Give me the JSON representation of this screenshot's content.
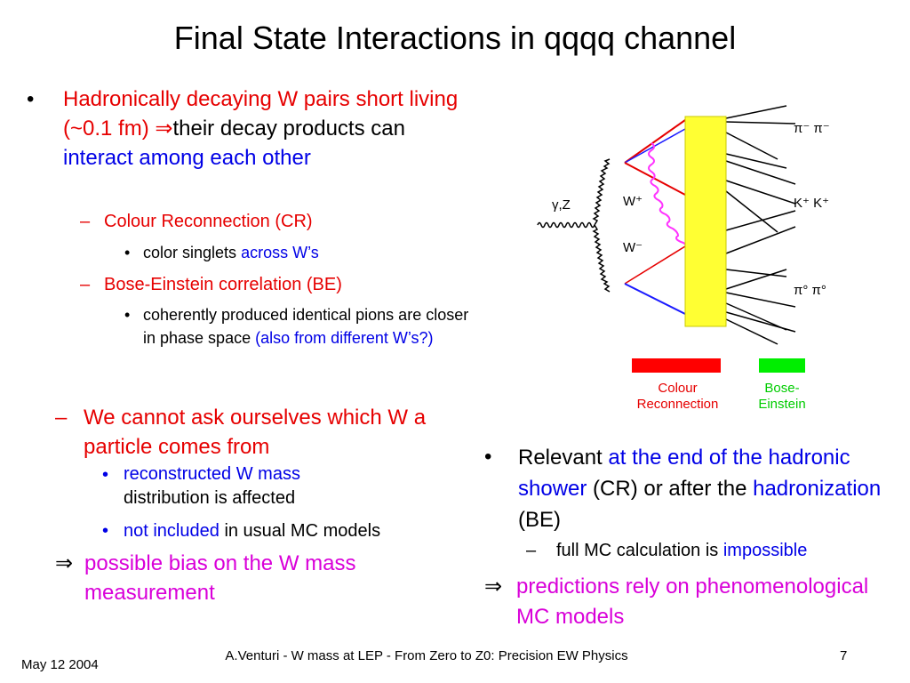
{
  "title": "Final State Interactions in qqqq channel",
  "left": {
    "b1": {
      "bullet": "•",
      "red": "Hadronically decaying W pairs short living (~0.1 fm)",
      "arrow": "⇒",
      "black": "their decay products can",
      "blue": "interact among each other"
    },
    "cr": {
      "dash": "–",
      "text": "Colour Reconnection (CR)"
    },
    "cr_sub": {
      "bullet": "•",
      "black": "color singlets",
      "blue": "across W’s"
    },
    "be": {
      "dash": "–",
      "text": "Bose-Einstein correlation (BE)"
    },
    "be_sub": {
      "bullet": "•",
      "black": "coherently produced identical pions are closer in phase space",
      "blue": "(also from different W’s?)"
    },
    "ask": {
      "dash": "–",
      "text": "We cannot ask ourselves which W a particle comes from"
    },
    "ask_sub1": {
      "bullet": "•",
      "blue": "reconstructed W mass",
      "black": "distribution is affected"
    },
    "ask_sub2": {
      "bullet": "•",
      "blue": "not included",
      "black": "in usual MC models"
    },
    "bias": {
      "arrow": "⇒",
      "text": "possible bias on the W mass measurement"
    }
  },
  "right": {
    "rel": {
      "bullet": "•",
      "black1": "Relevant",
      "blue1": "at the end of the hadronic shower",
      "black2": "(CR) or after the",
      "blue2": "hadronization",
      "black3": "(BE)"
    },
    "mc": {
      "dash": "–",
      "black": "full MC calculation is",
      "blue": "impossible"
    },
    "pred": {
      "arrow": "⇒",
      "text": "predictions rely on phenomenological MC models"
    }
  },
  "diagram": {
    "gamma_z": "γ,Z",
    "w_plus": "W⁺",
    "w_minus": "W⁻",
    "pions_charged": "π⁻ π⁻",
    "kaons": "K⁺ K⁺",
    "pions_neutral": "π° π°",
    "legend_cr": "Colour Reconnection",
    "legend_be": "Bose-Einstein",
    "colors": {
      "band": "#ffff33",
      "cr": "#ff0000",
      "be": "#00ee00",
      "quark_red": "#e60000",
      "quark_blue": "#1a1aff",
      "gluon": "#ff33ff"
    }
  },
  "footer": {
    "date": "May 12 2004",
    "center": "A.Venturi - W mass at LEP - From Zero to Z0: Precision EW Physics",
    "page": "7"
  }
}
